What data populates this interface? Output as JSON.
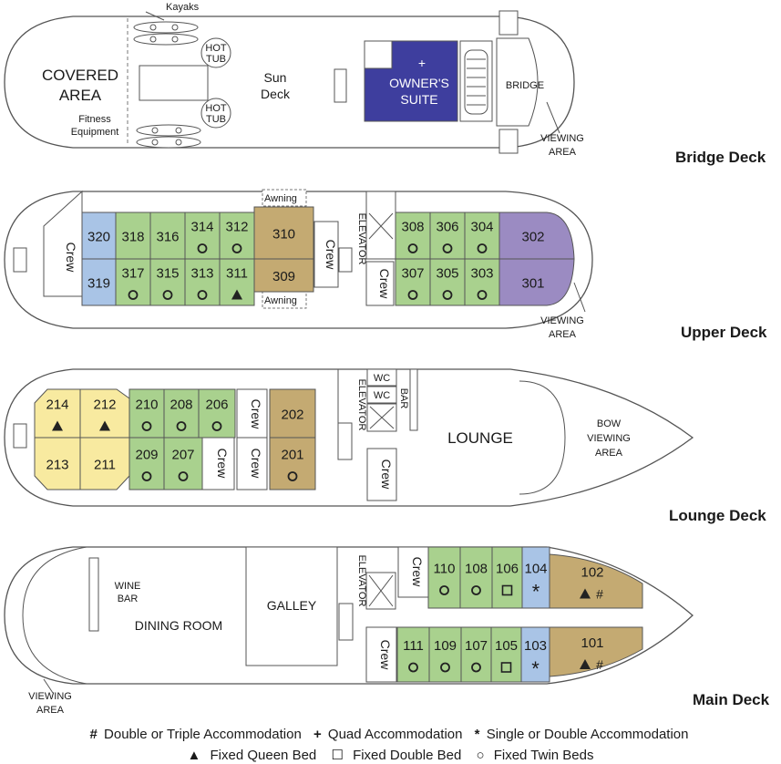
{
  "decks": {
    "bridge": {
      "name": "Bridge Deck",
      "labels": {
        "kayaks": "Kayaks",
        "covered_area_1": "COVERED",
        "covered_area_2": "AREA",
        "fitness_1": "Fitness",
        "fitness_2": "Equipment",
        "hot_tub_a_1": "HOT",
        "hot_tub_a_2": "TUB",
        "hot_tub_b_1": "HOT",
        "hot_tub_b_2": "TUB",
        "sun_deck_1": "Sun",
        "sun_deck_2": "Deck",
        "owners_suite_symbol": "+",
        "owners_suite_1": "OWNER'S",
        "owners_suite_2": "SUITE",
        "bridge": "BRIDGE",
        "viewing_1": "VIEWING",
        "viewing_2": "AREA"
      }
    },
    "upper": {
      "name": "Upper Deck",
      "labels": {
        "crew_aft": "Crew",
        "crew_mid": "Crew",
        "crew_fwd": "Crew",
        "awning_top": "Awning",
        "awning_bottom": "Awning",
        "elevator": "ELEVATOR",
        "viewing_1": "VIEWING",
        "viewing_2": "AREA"
      },
      "cabins": [
        {
          "number": "320",
          "category": "blue",
          "bed": ""
        },
        {
          "number": "319",
          "category": "blue",
          "bed": ""
        },
        {
          "number": "318",
          "category": "green",
          "bed": ""
        },
        {
          "number": "317",
          "category": "green",
          "bed": "twin"
        },
        {
          "number": "316",
          "category": "green",
          "bed": ""
        },
        {
          "number": "315",
          "category": "green",
          "bed": "twin"
        },
        {
          "number": "314",
          "category": "green",
          "bed": "twin"
        },
        {
          "number": "313",
          "category": "green",
          "bed": "twin"
        },
        {
          "number": "312",
          "category": "green",
          "bed": "twin"
        },
        {
          "number": "311",
          "category": "green",
          "bed": "queen"
        },
        {
          "number": "310",
          "category": "tan",
          "bed": ""
        },
        {
          "number": "309",
          "category": "tan",
          "bed": ""
        },
        {
          "number": "308",
          "category": "green",
          "bed": "twin"
        },
        {
          "number": "307",
          "category": "green",
          "bed": "twin"
        },
        {
          "number": "306",
          "category": "green",
          "bed": "twin"
        },
        {
          "number": "305",
          "category": "green",
          "bed": "twin"
        },
        {
          "number": "304",
          "category": "green",
          "bed": "twin"
        },
        {
          "number": "303",
          "category": "green",
          "bed": "twin"
        },
        {
          "number": "302",
          "category": "purple",
          "bed": ""
        },
        {
          "number": "301",
          "category": "purple",
          "bed": ""
        }
      ]
    },
    "lounge": {
      "name": "Lounge Deck",
      "labels": {
        "crew_1": "Crew",
        "crew_2": "Crew",
        "crew_3": "Crew",
        "crew_4": "Crew",
        "wc_1": "WC",
        "wc_2": "WC",
        "bar": "BAR",
        "elevator": "ELEVATOR",
        "lounge": "LOUNGE",
        "bow_1": "BOW",
        "bow_2": "VIEWING",
        "bow_3": "AREA"
      },
      "cabins": [
        {
          "number": "214",
          "category": "yellow",
          "bed": "queen"
        },
        {
          "number": "213",
          "category": "yellow",
          "bed": ""
        },
        {
          "number": "212",
          "category": "yellow",
          "bed": "queen"
        },
        {
          "number": "211",
          "category": "yellow",
          "bed": ""
        },
        {
          "number": "210",
          "category": "green",
          "bed": "twin"
        },
        {
          "number": "209",
          "category": "green",
          "bed": "twin"
        },
        {
          "number": "208",
          "category": "green",
          "bed": "twin"
        },
        {
          "number": "207",
          "category": "green",
          "bed": "twin"
        },
        {
          "number": "206",
          "category": "green",
          "bed": "twin"
        },
        {
          "number": "202",
          "category": "tan",
          "bed": ""
        },
        {
          "number": "201",
          "category": "tan",
          "bed": "twin"
        }
      ]
    },
    "main": {
      "name": "Main Deck",
      "labels": {
        "wine_1": "WINE",
        "wine_2": "BAR",
        "dining": "DINING ROOM",
        "galley": "GALLEY",
        "elevator": "ELEVATOR",
        "crew_1": "Crew",
        "crew_2": "Crew",
        "viewing_1": "VIEWING",
        "viewing_2": "AREA"
      },
      "cabins": [
        {
          "number": "110",
          "category": "green",
          "bed": "twin"
        },
        {
          "number": "111",
          "category": "green",
          "bed": "twin"
        },
        {
          "number": "108",
          "category": "green",
          "bed": "twin"
        },
        {
          "number": "109",
          "category": "green",
          "bed": "twin"
        },
        {
          "number": "106",
          "category": "green",
          "bed": "double"
        },
        {
          "number": "107",
          "category": "green",
          "bed": "twin"
        },
        {
          "number": "105",
          "category": "green",
          "bed": "double"
        },
        {
          "number": "104",
          "category": "blue",
          "bed": "single"
        },
        {
          "number": "103",
          "category": "blue",
          "bed": "single"
        },
        {
          "number": "102",
          "category": "tan",
          "bed": "queen-triple"
        },
        {
          "number": "101",
          "category": "tan",
          "bed": "queen-triple"
        }
      ]
    }
  },
  "legend": {
    "line1": [
      {
        "symbol": "#",
        "text": "Double or Triple Accommodation"
      },
      {
        "symbol": "+",
        "text": "Quad Accommodation"
      },
      {
        "symbol": "*",
        "text": "Single or Double Accommodation"
      }
    ],
    "line2": [
      {
        "symbol": "▲",
        "text": "Fixed Queen Bed"
      },
      {
        "symbol": "☐",
        "text": "Fixed Double Bed"
      },
      {
        "symbol": "○",
        "text": "Fixed Twin Beds"
      }
    ]
  },
  "colors": {
    "green": "#a9d18e",
    "blue": "#a9c4e6",
    "tan": "#c4aa72",
    "purple": "#9b8bc2",
    "yellow": "#f8eaa0",
    "suite": "#3e3e9e",
    "outline": "#555555"
  }
}
